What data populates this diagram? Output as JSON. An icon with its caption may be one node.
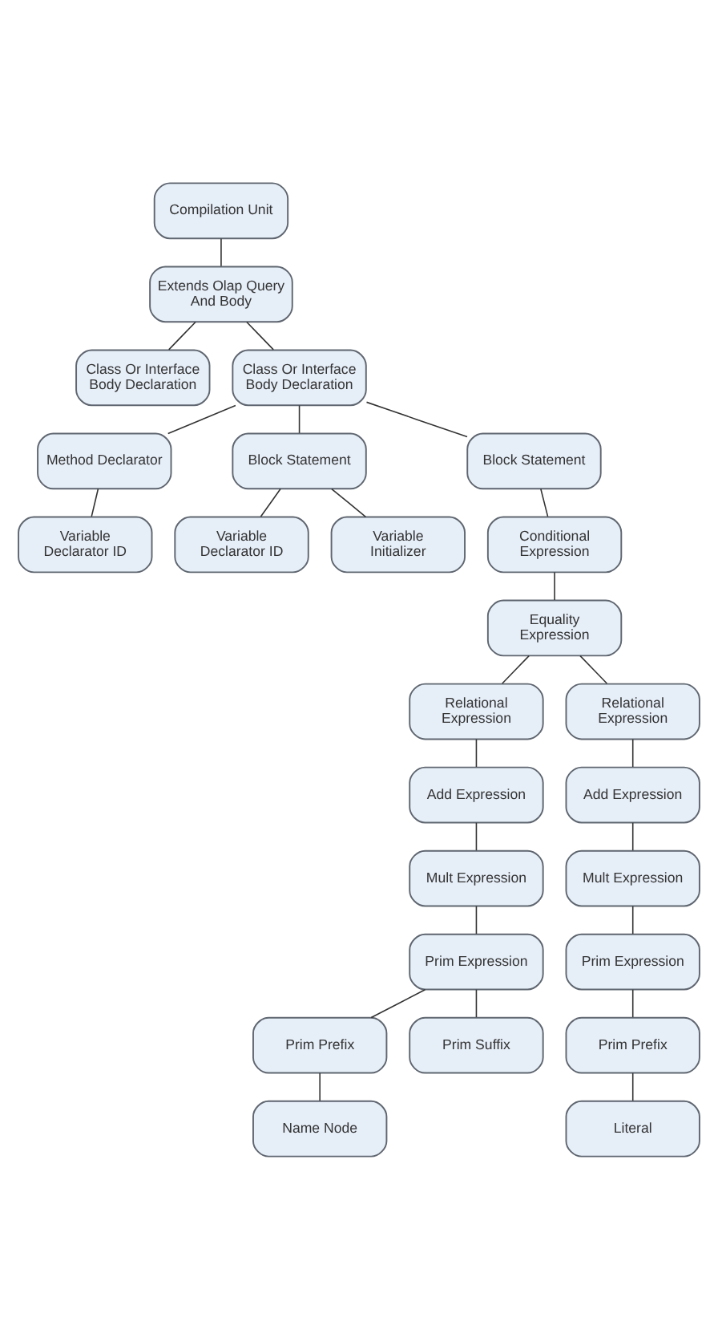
{
  "diagram": {
    "nodes": [
      {
        "text": [
          "Compilation Unit"
        ]
      },
      {
        "text": [
          "Extends Olap Query And Body"
        ]
      },
      {
        "text": [
          "Class Or Interface Body Declaration"
        ]
      },
      {
        "text": [
          "Class Or Interface Body Declaration"
        ]
      },
      {
        "text": [
          "Method Declarator"
        ]
      },
      {
        "text": [
          "Block Statement"
        ]
      },
      {
        "text": [
          "Block Statement"
        ]
      },
      {
        "text": [
          "Variable Declarator ID"
        ]
      },
      {
        "text": [
          "Variable Declarator ID"
        ]
      },
      {
        "text": [
          "Variable Initializer"
        ]
      },
      {
        "text": [
          "Conditional Expression"
        ]
      },
      {
        "text": [
          "Equality Expression"
        ]
      },
      {
        "text": [
          "Relational Expression"
        ]
      },
      {
        "text": [
          "Relational Expression"
        ]
      },
      {
        "text": [
          "Add Expression"
        ]
      },
      {
        "text": [
          "Add Expression"
        ]
      },
      {
        "text": [
          "Mult Expression"
        ]
      },
      {
        "text": [
          "Mult Expression"
        ]
      },
      {
        "text": [
          "Prim Expression"
        ]
      },
      {
        "text": [
          "Prim Expression"
        ]
      },
      {
        "text": [
          "Prim Prefix"
        ]
      },
      {
        "text": [
          "Prim Suffix"
        ]
      },
      {
        "text": [
          "Prim Prefix"
        ]
      },
      {
        "text": [
          "Name Node"
        ]
      },
      {
        "text": [
          "Literal"
        ]
      }
    ],
    "edges": [
      {
        "from": 0,
        "to": 1,
        "arrow": "none"
      },
      {
        "from": 1,
        "to": 2,
        "arrow": "none"
      },
      {
        "from": 1,
        "to": 3,
        "arrow": "none"
      },
      {
        "from": 3,
        "to": 4,
        "arrow": "none"
      },
      {
        "from": 3,
        "to": 5,
        "arrow": "none"
      },
      {
        "from": 3,
        "to": 6,
        "arrow": "none"
      },
      {
        "from": 4,
        "to": 7,
        "arrow": "none"
      },
      {
        "from": 5,
        "to": 8,
        "arrow": "none"
      },
      {
        "from": 5,
        "to": 9,
        "arrow": "none"
      },
      {
        "from": 6,
        "to": 10,
        "arrow": "none"
      },
      {
        "from": 10,
        "to": 11,
        "arrow": "none"
      },
      {
        "from": 11,
        "to": 12,
        "arrow": "none"
      },
      {
        "from": 11,
        "to": 13,
        "arrow": "none"
      },
      {
        "from": 12,
        "to": 14,
        "arrow": "none"
      },
      {
        "from": 13,
        "to": 15,
        "arrow": "none"
      },
      {
        "from": 14,
        "to": 16,
        "arrow": "none"
      },
      {
        "from": 15,
        "to": 17,
        "arrow": "none"
      },
      {
        "from": 16,
        "to": 18,
        "arrow": "none"
      },
      {
        "from": 17,
        "to": 19,
        "arrow": "none"
      },
      {
        "from": 18,
        "to": 20,
        "arrow": "none"
      },
      {
        "from": 18,
        "to": 21,
        "arrow": "none"
      },
      {
        "from": 19,
        "to": 22,
        "arrow": "none"
      },
      {
        "from": 20,
        "to": 23,
        "arrow": "none"
      },
      {
        "from": 22,
        "to": 24,
        "arrow": "none"
      }
    ]
  }
}
